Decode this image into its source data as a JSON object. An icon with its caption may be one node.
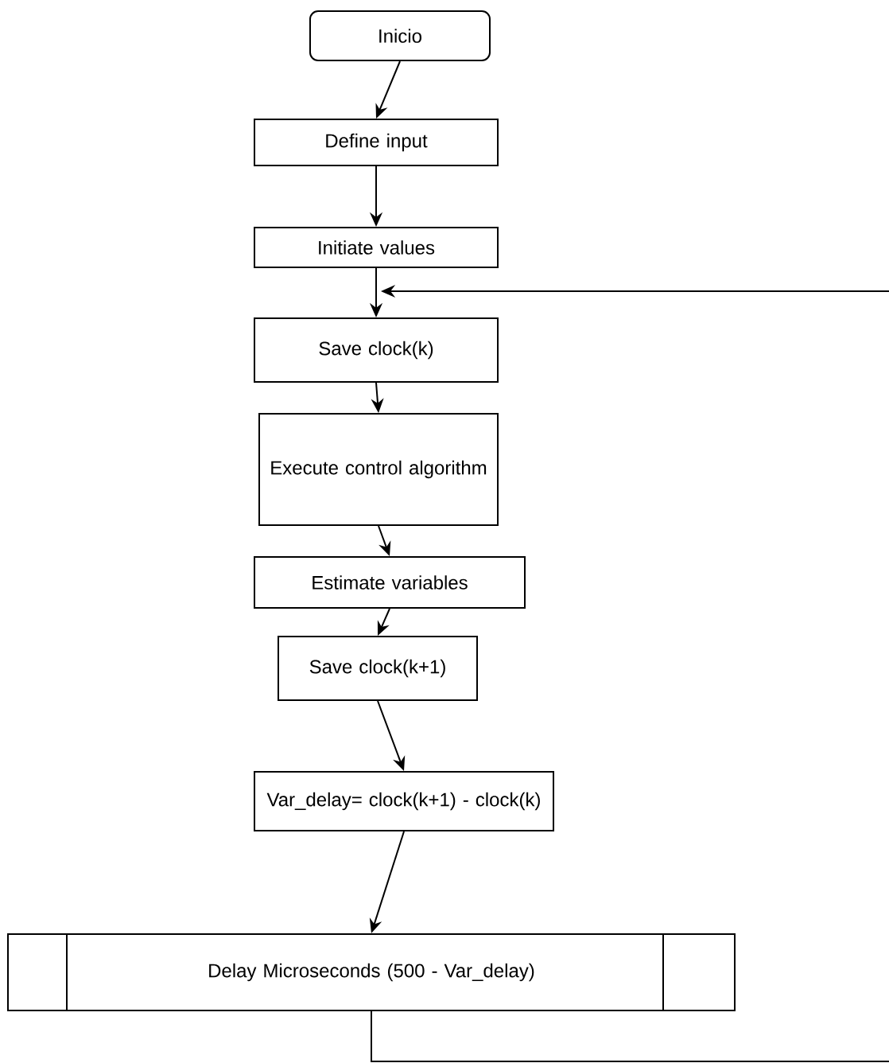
{
  "diagram": {
    "nodes": [
      {
        "text": [
          "Inicio"
        ]
      },
      {
        "text": [
          "Define input"
        ]
      },
      {
        "text": [
          "Initiate values"
        ]
      },
      {
        "text": [
          "Save clock(k)"
        ]
      },
      {
        "text": [
          "Execute control algorithm"
        ]
      },
      {
        "text": [
          "Estimate variables"
        ]
      },
      {
        "text": [
          "Save clock(k+1)"
        ]
      },
      {
        "text": [
          "Var_delay= clock(k+1) - clock(k)"
        ]
      },
      {
        "text": [
          "Delay Microseconds (500 - Var_delay)"
        ]
      }
    ],
    "edges": [
      {
        "from": 0,
        "to": 1,
        "arrow": "to"
      },
      {
        "from": 1,
        "to": 2,
        "arrow": "to"
      },
      {
        "from": 2,
        "to": 3,
        "arrow": "to"
      },
      {
        "from": 3,
        "to": 4,
        "arrow": "to"
      },
      {
        "from": 4,
        "to": 5,
        "arrow": "to"
      },
      {
        "from": 5,
        "to": 6,
        "arrow": "to"
      },
      {
        "from": 6,
        "to": 7,
        "arrow": "to"
      },
      {
        "from": 7,
        "to": 8,
        "arrow": "to"
      },
      {
        "from": 8,
        "to": 3,
        "arrow": "to"
      }
    ]
  }
}
